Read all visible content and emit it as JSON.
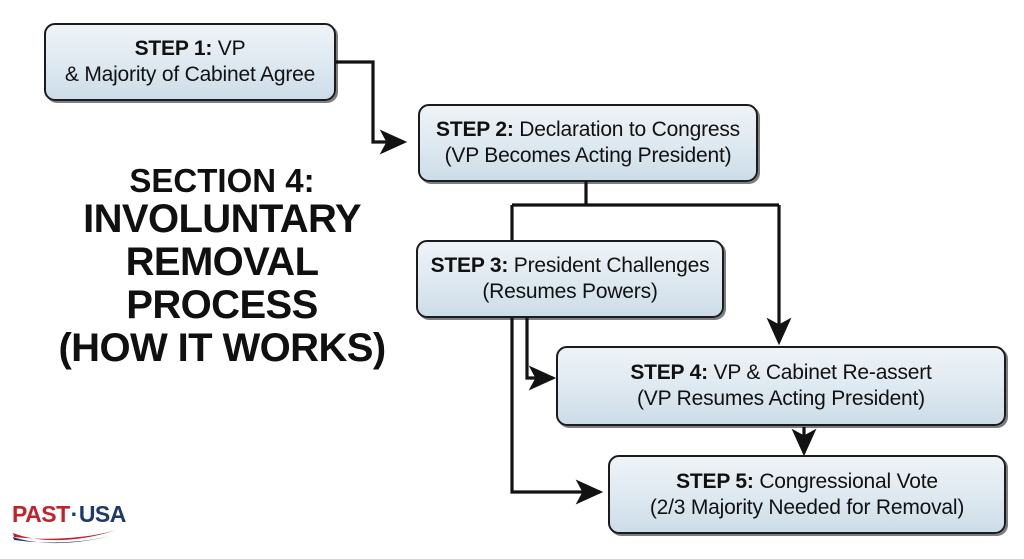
{
  "heading": {
    "lines": [
      "SECTION 4:",
      "INVOLUNTARY",
      "REMOVAL",
      "PROCESS",
      "(HOW IT WORKS)"
    ]
  },
  "colors": {
    "box_fill_top": "#eef3f7",
    "box_fill_bottom": "#ccdde8",
    "box_border": "#1b1b1b",
    "text": "#111111",
    "logo_red": "#c3222c",
    "logo_navy": "#1e3a66"
  },
  "flow": {
    "steps": [
      {
        "id": "step-1",
        "label": "STEP 1:",
        "line1_rest": " VP",
        "line2": "& Majority of Cabinet Agree"
      },
      {
        "id": "step-2",
        "label": "STEP 2:",
        "line1_rest": " Declaration to Congress",
        "line2": "(VP Becomes Acting President)"
      },
      {
        "id": "step-3",
        "label": "STEP 3:",
        "line1_rest": " President Challenges",
        "line2": "(Resumes Powers)"
      },
      {
        "id": "step-4",
        "label": "STEP 4:",
        "line1_rest": " VP & Cabinet Re-assert",
        "line2": "(VP Resumes Acting President)"
      },
      {
        "id": "step-5",
        "label": "STEP 5:",
        "line1_rest": " Congressional Vote",
        "line2": "(2/3 Majority Needed for Removal)"
      }
    ],
    "connectors": [
      {
        "from": "step-1",
        "to": "step-2"
      },
      {
        "from": "step-2",
        "to": "step-3"
      },
      {
        "from": "step-2",
        "to": "step-4"
      },
      {
        "from": "step-3",
        "to": "step-4"
      },
      {
        "from": "step-3",
        "to": "step-5"
      },
      {
        "from": "step-4",
        "to": "step-5"
      }
    ]
  },
  "logo": {
    "word1": "PAST",
    "separator": "·",
    "word2": "USA"
  }
}
